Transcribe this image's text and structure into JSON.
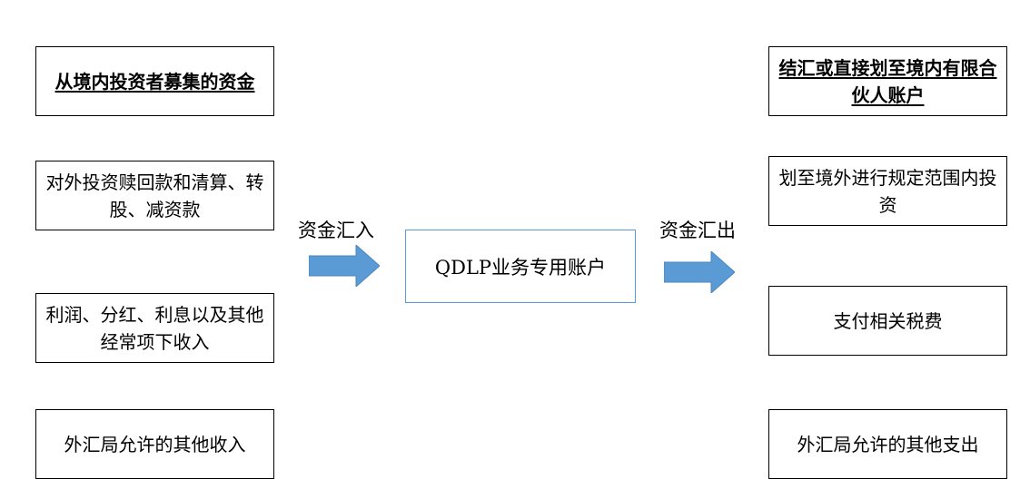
{
  "left": {
    "heading": "从境内投资者募集的资金",
    "items": [
      "对外投资赎回款和清算、转股、减资款",
      "利润、分红、利息以及其他经常项下收入",
      "外汇局允许的其他收入"
    ]
  },
  "center": {
    "label": "QDLP业务专用账户",
    "inflow_label": "资金汇入",
    "outflow_label": "资金汇出",
    "border_color": "#5b9bd5",
    "arrow_color": "#5b9bd5"
  },
  "right": {
    "heading": "结汇或直接划至境内有限合伙人账户",
    "items": [
      "划至境外进行规定范围内投资",
      "支付相关税费",
      "外汇局允许的其他支出"
    ]
  }
}
